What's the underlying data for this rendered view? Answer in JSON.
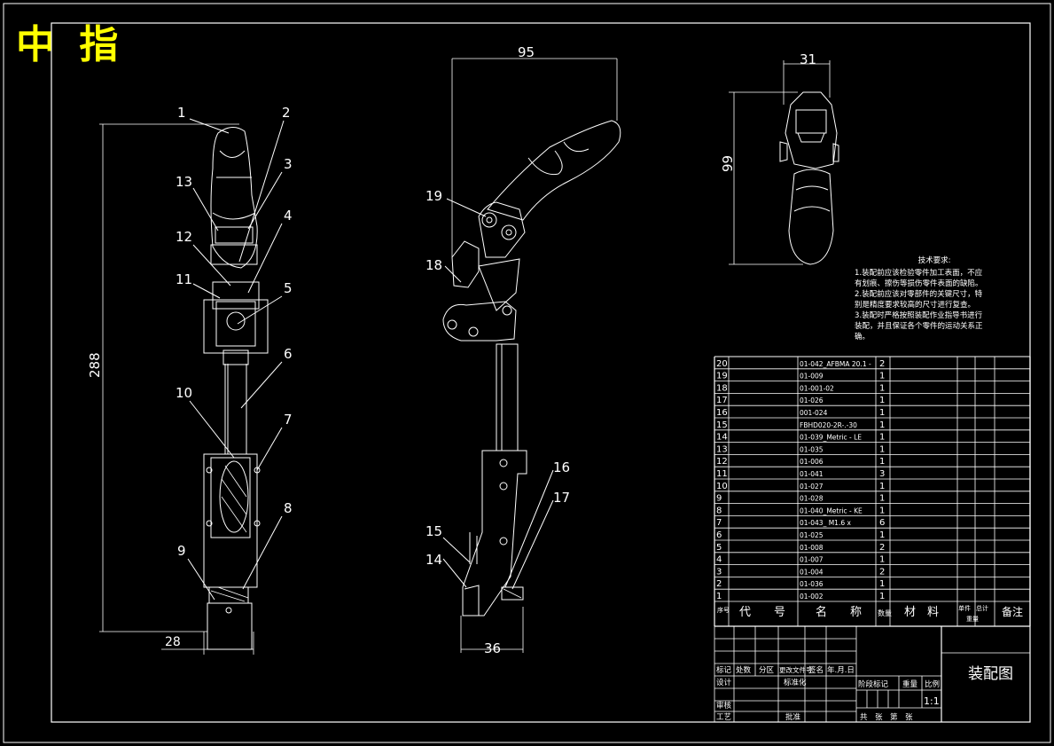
{
  "title": "中 指",
  "dimensions": {
    "d95": "95",
    "d31": "31",
    "d99": "99",
    "d288": "288",
    "d28": "28",
    "d36": "36"
  },
  "balloons": [
    "1",
    "2",
    "3",
    "4",
    "5",
    "6",
    "7",
    "8",
    "9",
    "10",
    "11",
    "12",
    "13",
    "14",
    "15",
    "16",
    "17",
    "18",
    "19"
  ],
  "tech_notes": {
    "title": "技术要求:",
    "lines": [
      "1.装配前应该检验零件加工表面，不应",
      "有划痕、擦伤等损伤零件表面的缺陷。",
      "2.装配前应该对零部件的关键尺寸，特",
      "别是精度要求较高的尺寸进行复查。",
      "3.装配时严格按照装配作业指导书进行",
      "装配，并且保证各个零件的运动关系正",
      "确。"
    ]
  },
  "bom": {
    "rows": [
      {
        "no": "20",
        "name": "01-042_AFBMA 20.1 -",
        "qty": "2"
      },
      {
        "no": "19",
        "name": "01-009",
        "qty": "1"
      },
      {
        "no": "18",
        "name": "01-001-02",
        "qty": "1"
      },
      {
        "no": "17",
        "name": "01-026",
        "qty": "1"
      },
      {
        "no": "16",
        "name": "001-024",
        "qty": "1"
      },
      {
        "no": "15",
        "name": "FBHD020-2R-.-30",
        "qty": "1"
      },
      {
        "no": "14",
        "name": "01-039_Metric - LE",
        "qty": "1"
      },
      {
        "no": "13",
        "name": "01-035",
        "qty": "1"
      },
      {
        "no": "12",
        "name": "01-006",
        "qty": "1"
      },
      {
        "no": "11",
        "name": "01-041",
        "qty": "3"
      },
      {
        "no": "10",
        "name": "01-027",
        "qty": "1"
      },
      {
        "no": "9",
        "name": "01-028",
        "qty": "1"
      },
      {
        "no": "8",
        "name": "01-040_Metric - KE",
        "qty": "1"
      },
      {
        "no": "7",
        "name": "01-043_ M1.6 x",
        "qty": "6"
      },
      {
        "no": "6",
        "name": "01-025",
        "qty": "1"
      },
      {
        "no": "5",
        "name": "01-008",
        "qty": "2"
      },
      {
        "no": "4",
        "name": "01-007",
        "qty": "1"
      },
      {
        "no": "3",
        "name": "01-004",
        "qty": "2"
      },
      {
        "no": "2",
        "name": "01-036",
        "qty": "1"
      },
      {
        "no": "1",
        "name": "01-002",
        "qty": "1"
      }
    ],
    "header": {
      "seq": "序号",
      "code": "代　　号",
      "name": "名　　称",
      "qty": "数量",
      "material": "材　料",
      "single": "单件",
      "total": "总计",
      "weight": "重量",
      "remark": "备注"
    }
  },
  "title_block": {
    "drawing_name": "装配图",
    "mark": "标记",
    "count": "处数",
    "zone": "分区",
    "change_doc": "更改文件号",
    "signature": "签名",
    "date": "年.月.日",
    "design": "设计",
    "standardize": "标准化",
    "stage_mark": "阶段标记",
    "weight": "重量",
    "scale_label": "比例",
    "scale": "1:1",
    "review": "审核",
    "process": "工艺",
    "approve": "批准",
    "total_sheets": "共　张　第　张"
  }
}
